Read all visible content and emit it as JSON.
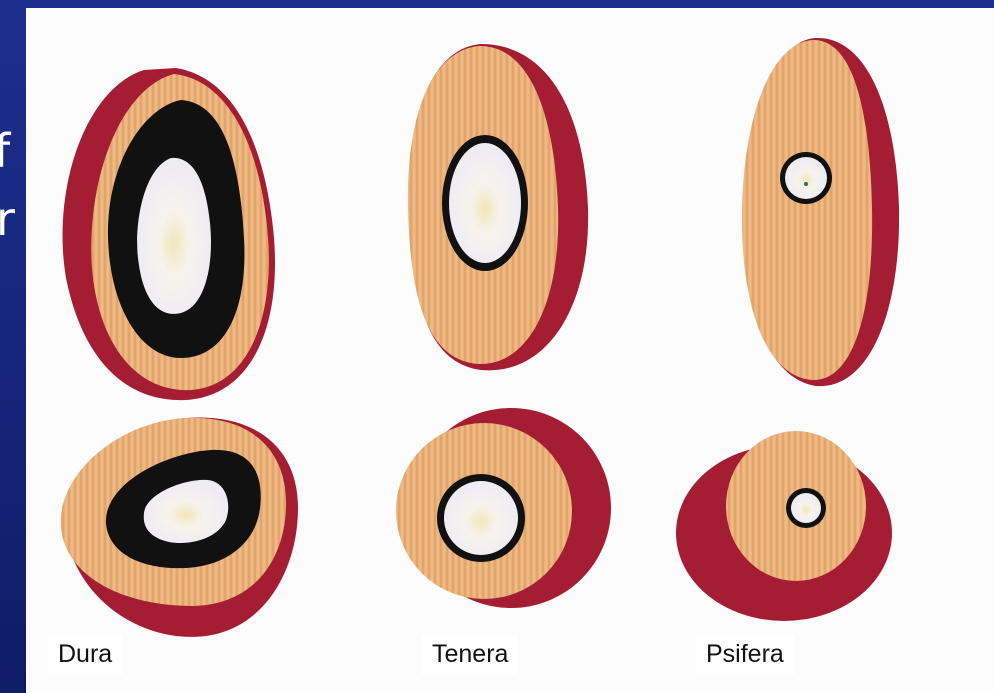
{
  "slide_edge_text": [
    "f",
    "r"
  ],
  "labels": {
    "dura": "Dura",
    "tenera": "Tenera",
    "psifera": "Psifera"
  },
  "colors": {
    "background": "#1c2f8e",
    "panel": "#fcfcfd",
    "skin": "#a51d32",
    "mesocarp": "#eab27a",
    "shell": "#111111",
    "kernel": "#f3f1f7"
  }
}
